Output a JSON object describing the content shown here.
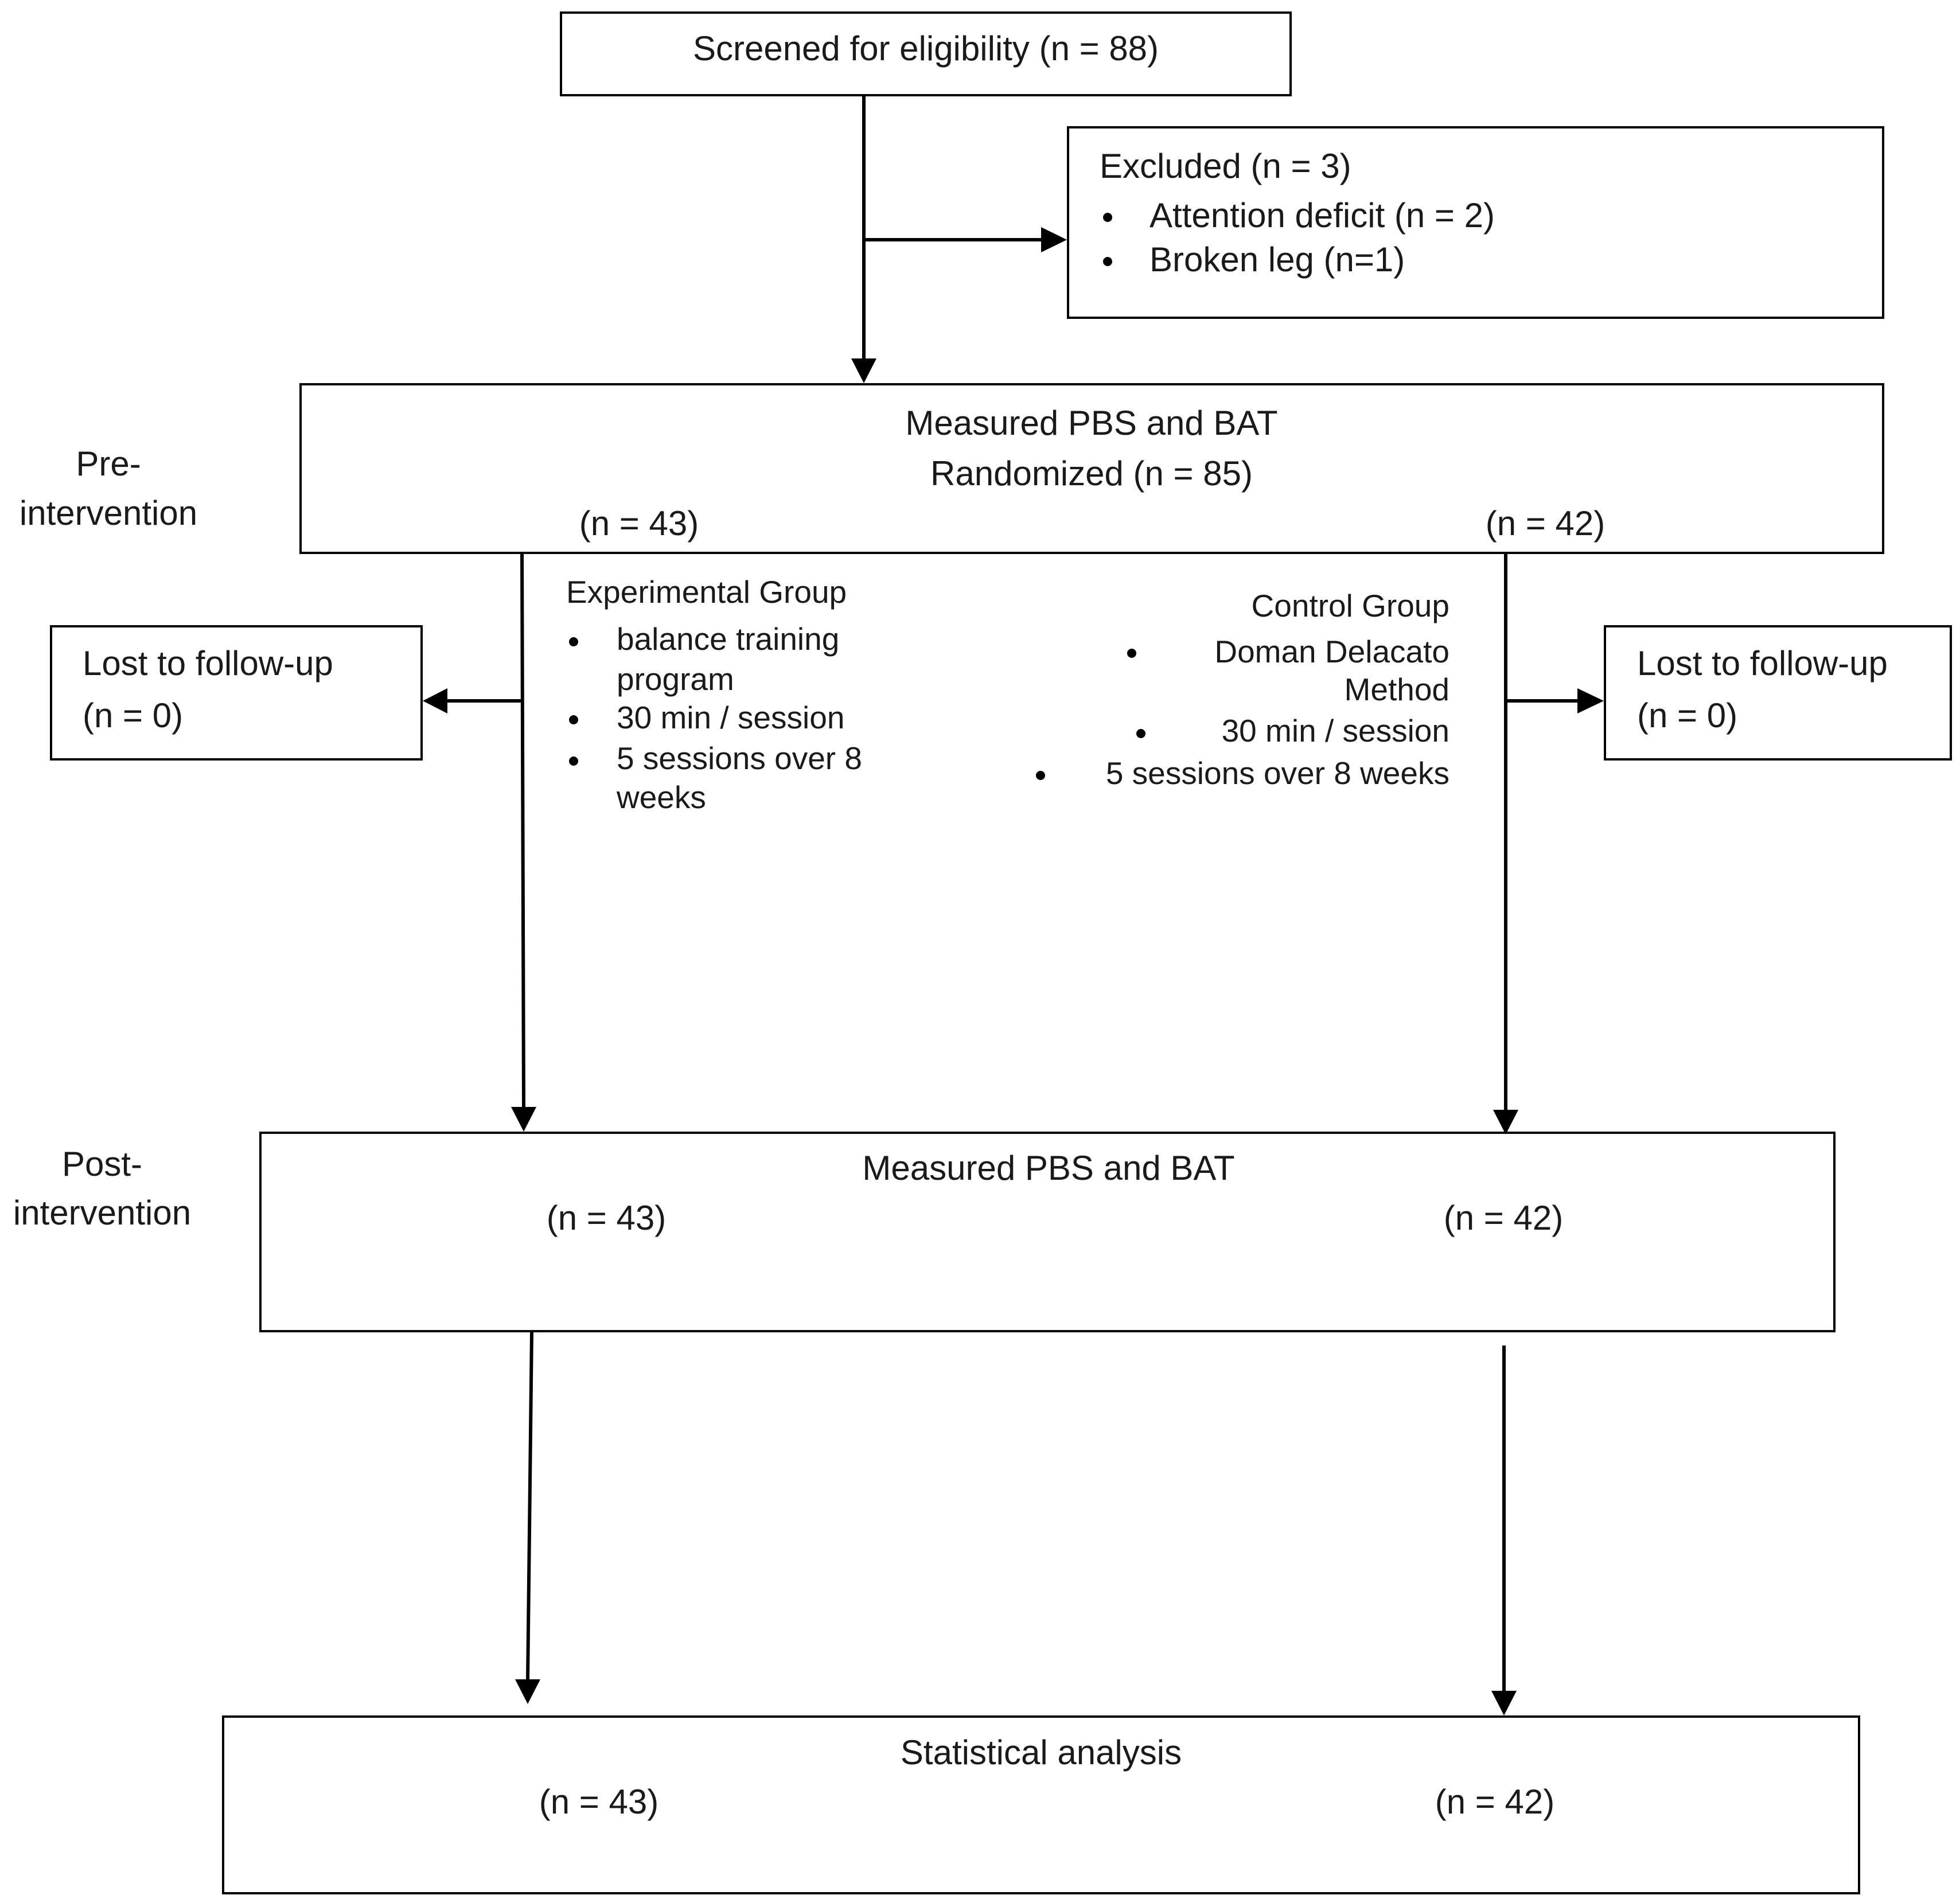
{
  "screening": {
    "label": "Screened for eligibility (n = 88)"
  },
  "excluded": {
    "title": "Excluded (n = 3)",
    "items": [
      "Attention deficit  (n = 2)",
      "Broken leg (n=1)"
    ]
  },
  "phases": {
    "pre": [
      "Pre-",
      "intervention"
    ],
    "post": [
      "Post-",
      "intervention"
    ]
  },
  "randomized": {
    "line1": "Measured PBS and BAT",
    "line2": "Randomized (n = 85)",
    "n_left": "(n = 43)",
    "n_right": "(n = 42)"
  },
  "experimental": {
    "title": "Experimental Group",
    "items": [
      [
        "balance training",
        "program"
      ],
      [
        "30 min / session"
      ],
      [
        "5 sessions over 8",
        "weeks"
      ]
    ]
  },
  "control": {
    "title": "Control Group",
    "items": [
      [
        "Doman Delacato",
        "Method"
      ],
      [
        "30 min / session"
      ],
      [
        "5 sessions over 8 weeks"
      ]
    ]
  },
  "lost_left": {
    "line1": "Lost to follow-up",
    "line2": "(n = 0)"
  },
  "lost_right": {
    "line1": "Lost to follow-up",
    "line2": "(n = 0)"
  },
  "post_measure": {
    "title": "Measured PBS and BAT",
    "n_left": "(n = 43)",
    "n_right": "(n = 42)"
  },
  "analysis": {
    "title": "Statistical analysis",
    "n_left": "(n = 43)",
    "n_right": "(n = 42)"
  }
}
